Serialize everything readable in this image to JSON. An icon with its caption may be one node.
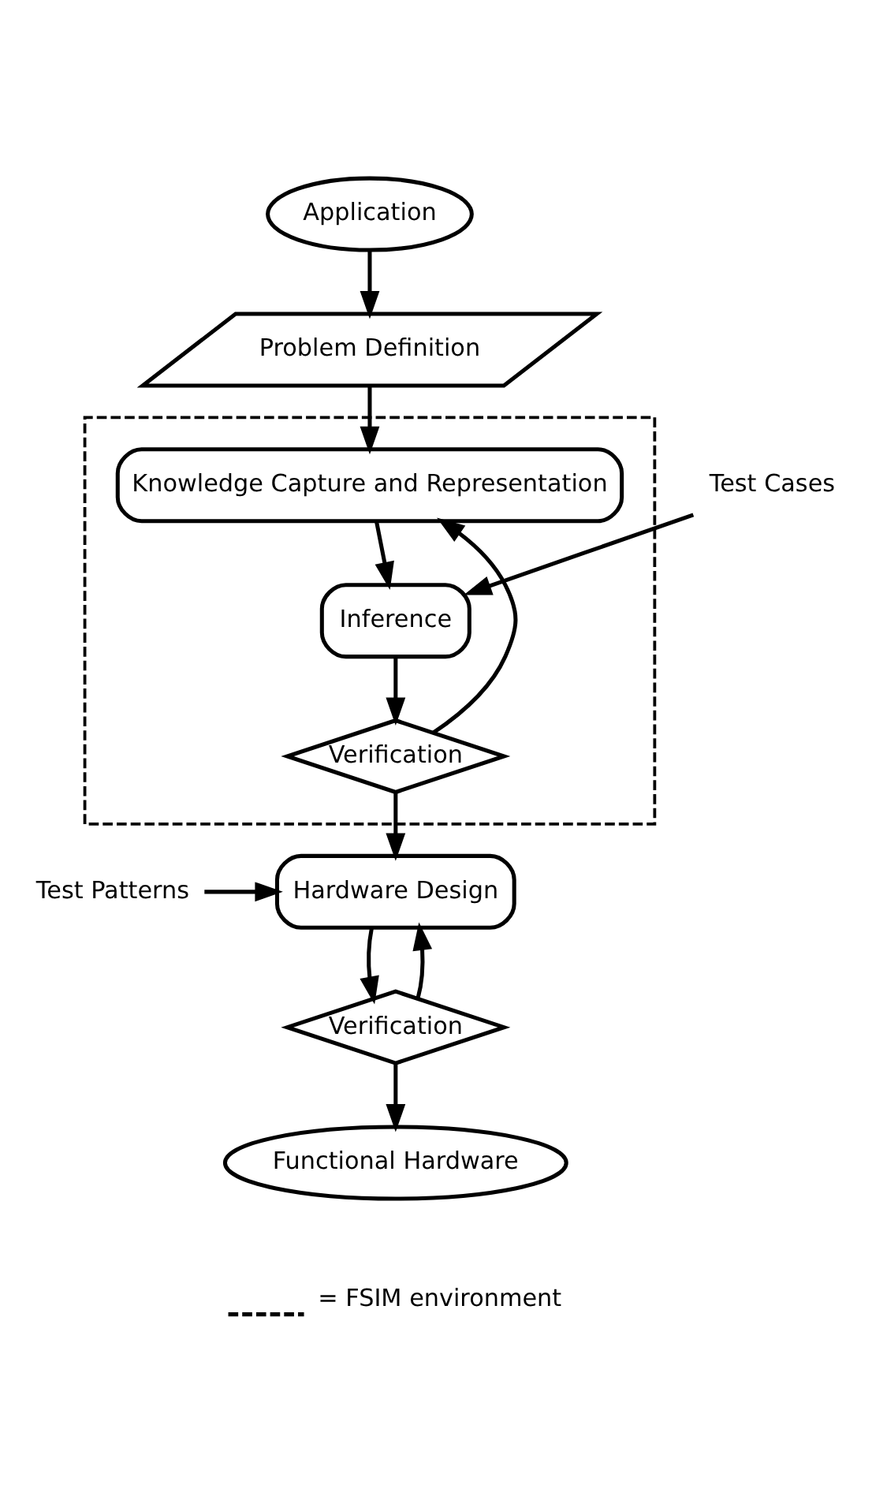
{
  "diagram": {
    "nodes": [
      {
        "text": [
          "Application"
        ]
      },
      {
        "text": [
          "Problem Definition"
        ]
      },
      {
        "text": [],
        "shape": "box"
      },
      {
        "text": [
          "Knowledge Capture and Representation"
        ],
        "in": 2
      },
      {
        "text": [
          "Test Cases"
        ]
      },
      {
        "text": [
          "Inference"
        ],
        "in": 2
      },
      {
        "text": [
          "Verification"
        ],
        "in": 2
      },
      {
        "text": [
          "Test Patterns"
        ]
      },
      {
        "text": [
          "Hardware Design"
        ]
      },
      {
        "text": [
          "Verification"
        ]
      },
      {
        "text": [
          "Functional Hardware"
        ]
      }
    ],
    "edges": [
      {
        "from": 0,
        "to": 1,
        "arrow": "to"
      },
      {
        "from": 1,
        "to": 3,
        "arrow": "to"
      },
      {
        "from": 3,
        "to": 5,
        "arrow": "to"
      },
      {
        "from": 4,
        "to": 5,
        "arrow": "to"
      },
      {
        "from": 5,
        "to": 6,
        "arrow": "to"
      },
      {
        "from": 6,
        "to": 3,
        "arrow": "to"
      },
      {
        "from": 6,
        "to": 8,
        "arrow": "to"
      },
      {
        "from": 7,
        "to": 8,
        "arrow": "to"
      },
      {
        "from": 8,
        "to": 9,
        "arrow": "to"
      },
      {
        "from": 9,
        "to": 8,
        "arrow": "to"
      },
      {
        "from": 9,
        "to": 10,
        "arrow": "to"
      }
    ],
    "legend": [
      {
        "text": "= FSIM environment"
      }
    ]
  }
}
